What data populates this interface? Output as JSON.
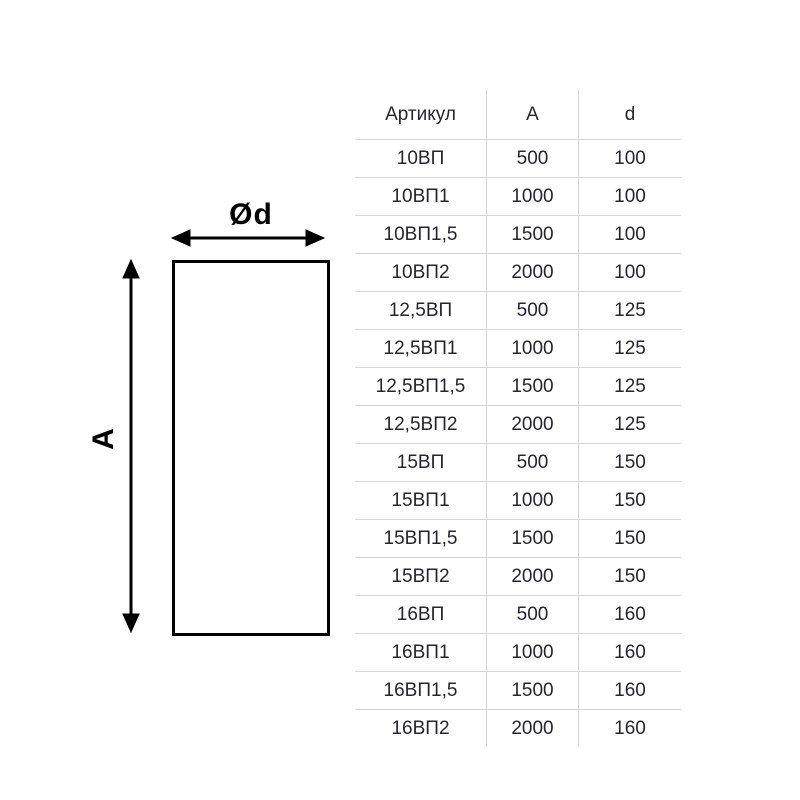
{
  "diagram": {
    "width_label": "Ød",
    "height_label": "A"
  },
  "table": {
    "headers": [
      "Артикул",
      "A",
      "d"
    ],
    "rows": [
      [
        "10ВП",
        "500",
        "100"
      ],
      [
        "10ВП1",
        "1000",
        "100"
      ],
      [
        "10ВП1,5",
        "1500",
        "100"
      ],
      [
        "10ВП2",
        "2000",
        "100"
      ],
      [
        "12,5ВП",
        "500",
        "125"
      ],
      [
        "12,5ВП1",
        "1000",
        "125"
      ],
      [
        "12,5ВП1,5",
        "1500",
        "125"
      ],
      [
        "12,5ВП2",
        "2000",
        "125"
      ],
      [
        "15ВП",
        "500",
        "150"
      ],
      [
        "15ВП1",
        "1000",
        "150"
      ],
      [
        "15ВП1,5",
        "1500",
        "150"
      ],
      [
        "15ВП2",
        "2000",
        "150"
      ],
      [
        "16ВП",
        "500",
        "160"
      ],
      [
        "16ВП1",
        "1000",
        "160"
      ],
      [
        "16ВП1,5",
        "1500",
        "160"
      ],
      [
        "16ВП2",
        "2000",
        "160"
      ]
    ]
  },
  "colors": {
    "line": "#000000",
    "grid": "#d6d6d6",
    "text": "#262633"
  }
}
